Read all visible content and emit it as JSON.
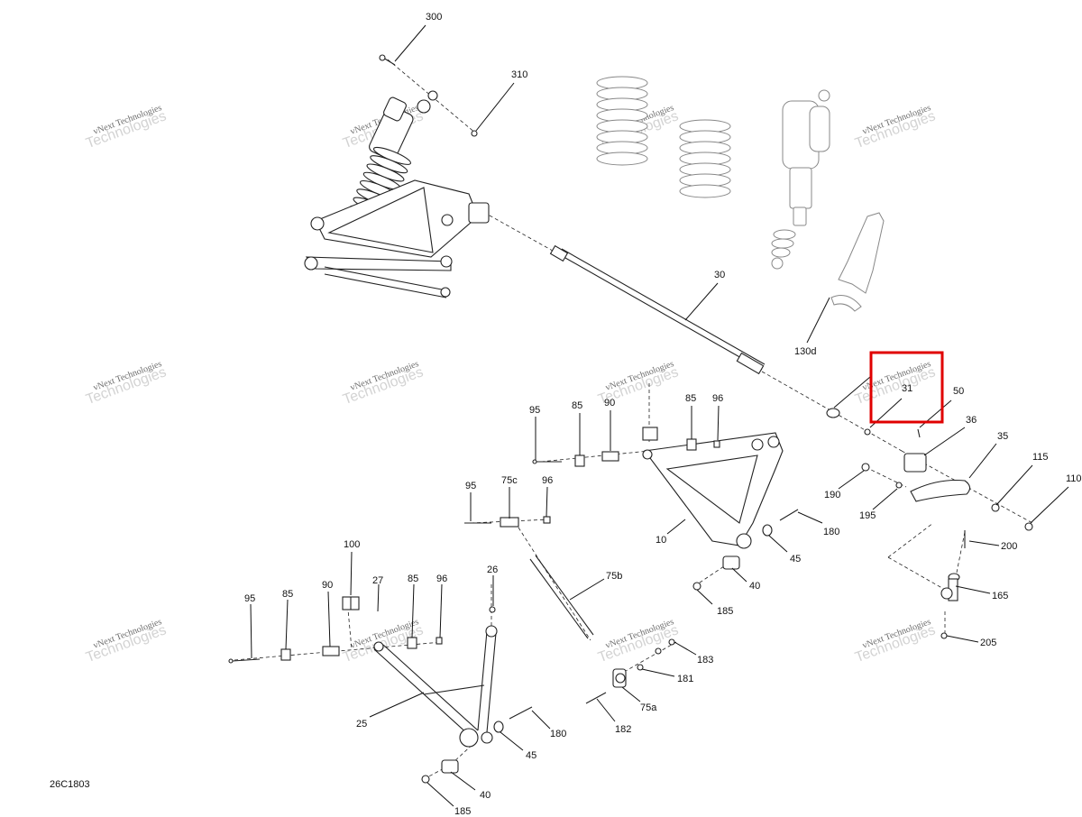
{
  "diagram": {
    "code": "26C1803",
    "callouts": [
      {
        "id": "300",
        "text": "300"
      },
      {
        "id": "310",
        "text": "310"
      },
      {
        "id": "30",
        "text": "30"
      },
      {
        "id": "130d",
        "text": "130d"
      },
      {
        "id": "31",
        "text": "31"
      },
      {
        "id": "50",
        "text": "50"
      },
      {
        "id": "36",
        "text": "36"
      },
      {
        "id": "35",
        "text": "35"
      },
      {
        "id": "115",
        "text": "115"
      },
      {
        "id": "110",
        "text": "110"
      },
      {
        "id": "190",
        "text": "190"
      },
      {
        "id": "195",
        "text": "195"
      },
      {
        "id": "200",
        "text": "200"
      },
      {
        "id": "165",
        "text": "165"
      },
      {
        "id": "205",
        "text": "205"
      },
      {
        "id": "95a",
        "text": "95"
      },
      {
        "id": "85a",
        "text": "85"
      },
      {
        "id": "90a",
        "text": "90"
      },
      {
        "id": "85b",
        "text": "85"
      },
      {
        "id": "96a",
        "text": "96"
      },
      {
        "id": "95b",
        "text": "95"
      },
      {
        "id": "75c",
        "text": "75c"
      },
      {
        "id": "96b",
        "text": "96"
      },
      {
        "id": "10",
        "text": "10"
      },
      {
        "id": "180a",
        "text": "180"
      },
      {
        "id": "45a",
        "text": "45"
      },
      {
        "id": "40a",
        "text": "40"
      },
      {
        "id": "185a",
        "text": "185"
      },
      {
        "id": "75b",
        "text": "75b"
      },
      {
        "id": "183",
        "text": "183"
      },
      {
        "id": "181",
        "text": "181"
      },
      {
        "id": "75a",
        "text": "75a"
      },
      {
        "id": "182",
        "text": "182"
      },
      {
        "id": "100",
        "text": "100"
      },
      {
        "id": "27",
        "text": "27"
      },
      {
        "id": "26",
        "text": "26"
      },
      {
        "id": "95c",
        "text": "95"
      },
      {
        "id": "85c",
        "text": "85"
      },
      {
        "id": "90b",
        "text": "90"
      },
      {
        "id": "85d",
        "text": "85"
      },
      {
        "id": "96c",
        "text": "96"
      },
      {
        "id": "25",
        "text": "25"
      },
      {
        "id": "180b",
        "text": "180"
      },
      {
        "id": "45b",
        "text": "45"
      },
      {
        "id": "40b",
        "text": "40"
      },
      {
        "id": "185b",
        "text": "185"
      }
    ],
    "watermark": {
      "line1": "vNext Technologies",
      "line2": "Technologies"
    },
    "highlight_color": "#e00000"
  }
}
